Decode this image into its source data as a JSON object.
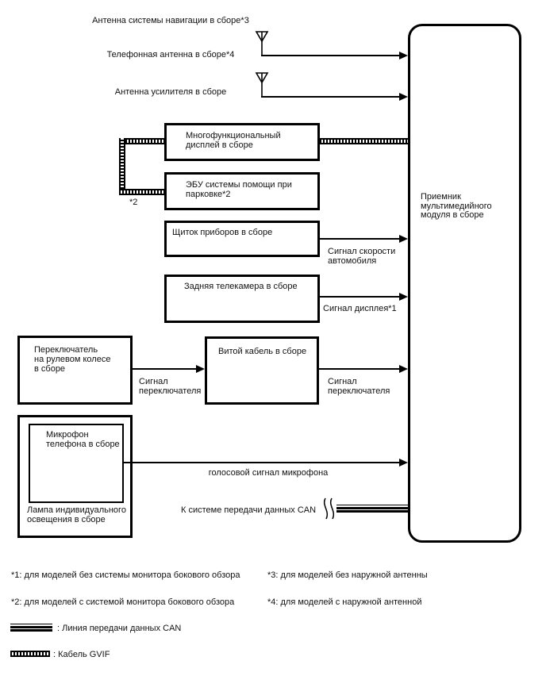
{
  "colors": {
    "line": "#000000",
    "text": "#111111",
    "background": "#ffffff"
  },
  "antennas": {
    "nav_label": "Антенна системы навигации в сборе*3",
    "phone_label": "Телефонная антенна в сборе*4",
    "amp_label": "Антенна усилителя в сборе"
  },
  "boxes": {
    "display": {
      "lines": [
        "Многофункциональный",
        "дисплей в сборе"
      ]
    },
    "parking_ecu": {
      "lines": [
        "ЭБУ системы помощи при",
        "парковке*2"
      ]
    },
    "instrument_cluster": {
      "label": "Щиток приборов в сборе"
    },
    "rear_camera": {
      "label": "Задняя телекамера в сборе"
    },
    "steering_switch": {
      "lines": [
        "Переключатель",
        "на рулевом колесе",
        "в сборе"
      ]
    },
    "spiral_cable": {
      "label": "Витой кабель в сборе"
    },
    "microphone": {
      "lines": [
        "Микрофон",
        "телефона в сборе"
      ]
    },
    "lamp": {
      "lines": [
        "Лампа индивидуального",
        "освещения в сборе"
      ]
    },
    "receiver": {
      "lines": [
        "Приемник",
        "мультимедийного",
        "модуля в сборе"
      ]
    }
  },
  "signals": {
    "speed": {
      "lines": [
        "Сигнал скорости",
        "автомобиля"
      ]
    },
    "display_signal": "Сигнал дисплея*1",
    "switch1": {
      "lines": [
        "Сигнал",
        "переключателя"
      ]
    },
    "switch2": {
      "lines": [
        "Сигнал",
        "переключателя"
      ]
    },
    "mic_voice": "голосовой сигнал микрофона",
    "can_link": "К системе передачи данных CAN",
    "gvif_note": "*2"
  },
  "footnotes": [
    "*1: для моделей без системы монитора бокового обзора",
    "*2: для моделей с системой монитора бокового обзора",
    "*3: для моделей без наружной антенны",
    "*4: для моделей с наружной антенной"
  ],
  "legend": {
    "can_label": ": Линия передачи данных CAN",
    "gvif_label": ": Кабель GVIF"
  }
}
